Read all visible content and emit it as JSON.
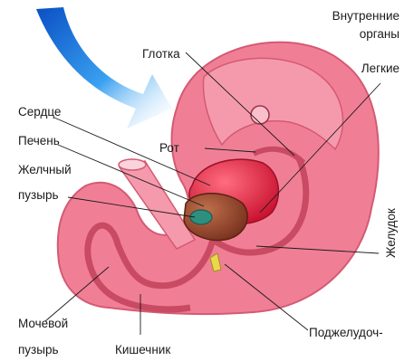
{
  "diagram": {
    "labels": {
      "internal_organs_line1": "Внутренние",
      "internal_organs_line2": "органы",
      "pharynx": "Глотка",
      "lungs": "Легкие",
      "heart": "Сердце",
      "liver": "Печень",
      "gallbladder_line1": "Желчный",
      "gallbladder_line2": "пузырь",
      "mouth": "Рот",
      "stomach": "Желудок",
      "bladder_line1": "Мочевой",
      "bladder_line2": "пузырь",
      "intestine": "Кишечник",
      "pancreas": "Поджелудоч-"
    },
    "colors": {
      "body": "#f07f95",
      "body_edge": "#d45a72",
      "heart": "#e0253f",
      "liver": "#9a4a2e",
      "gallbladder": "#2f8f7f",
      "arrow": "#1f7fe0"
    }
  }
}
